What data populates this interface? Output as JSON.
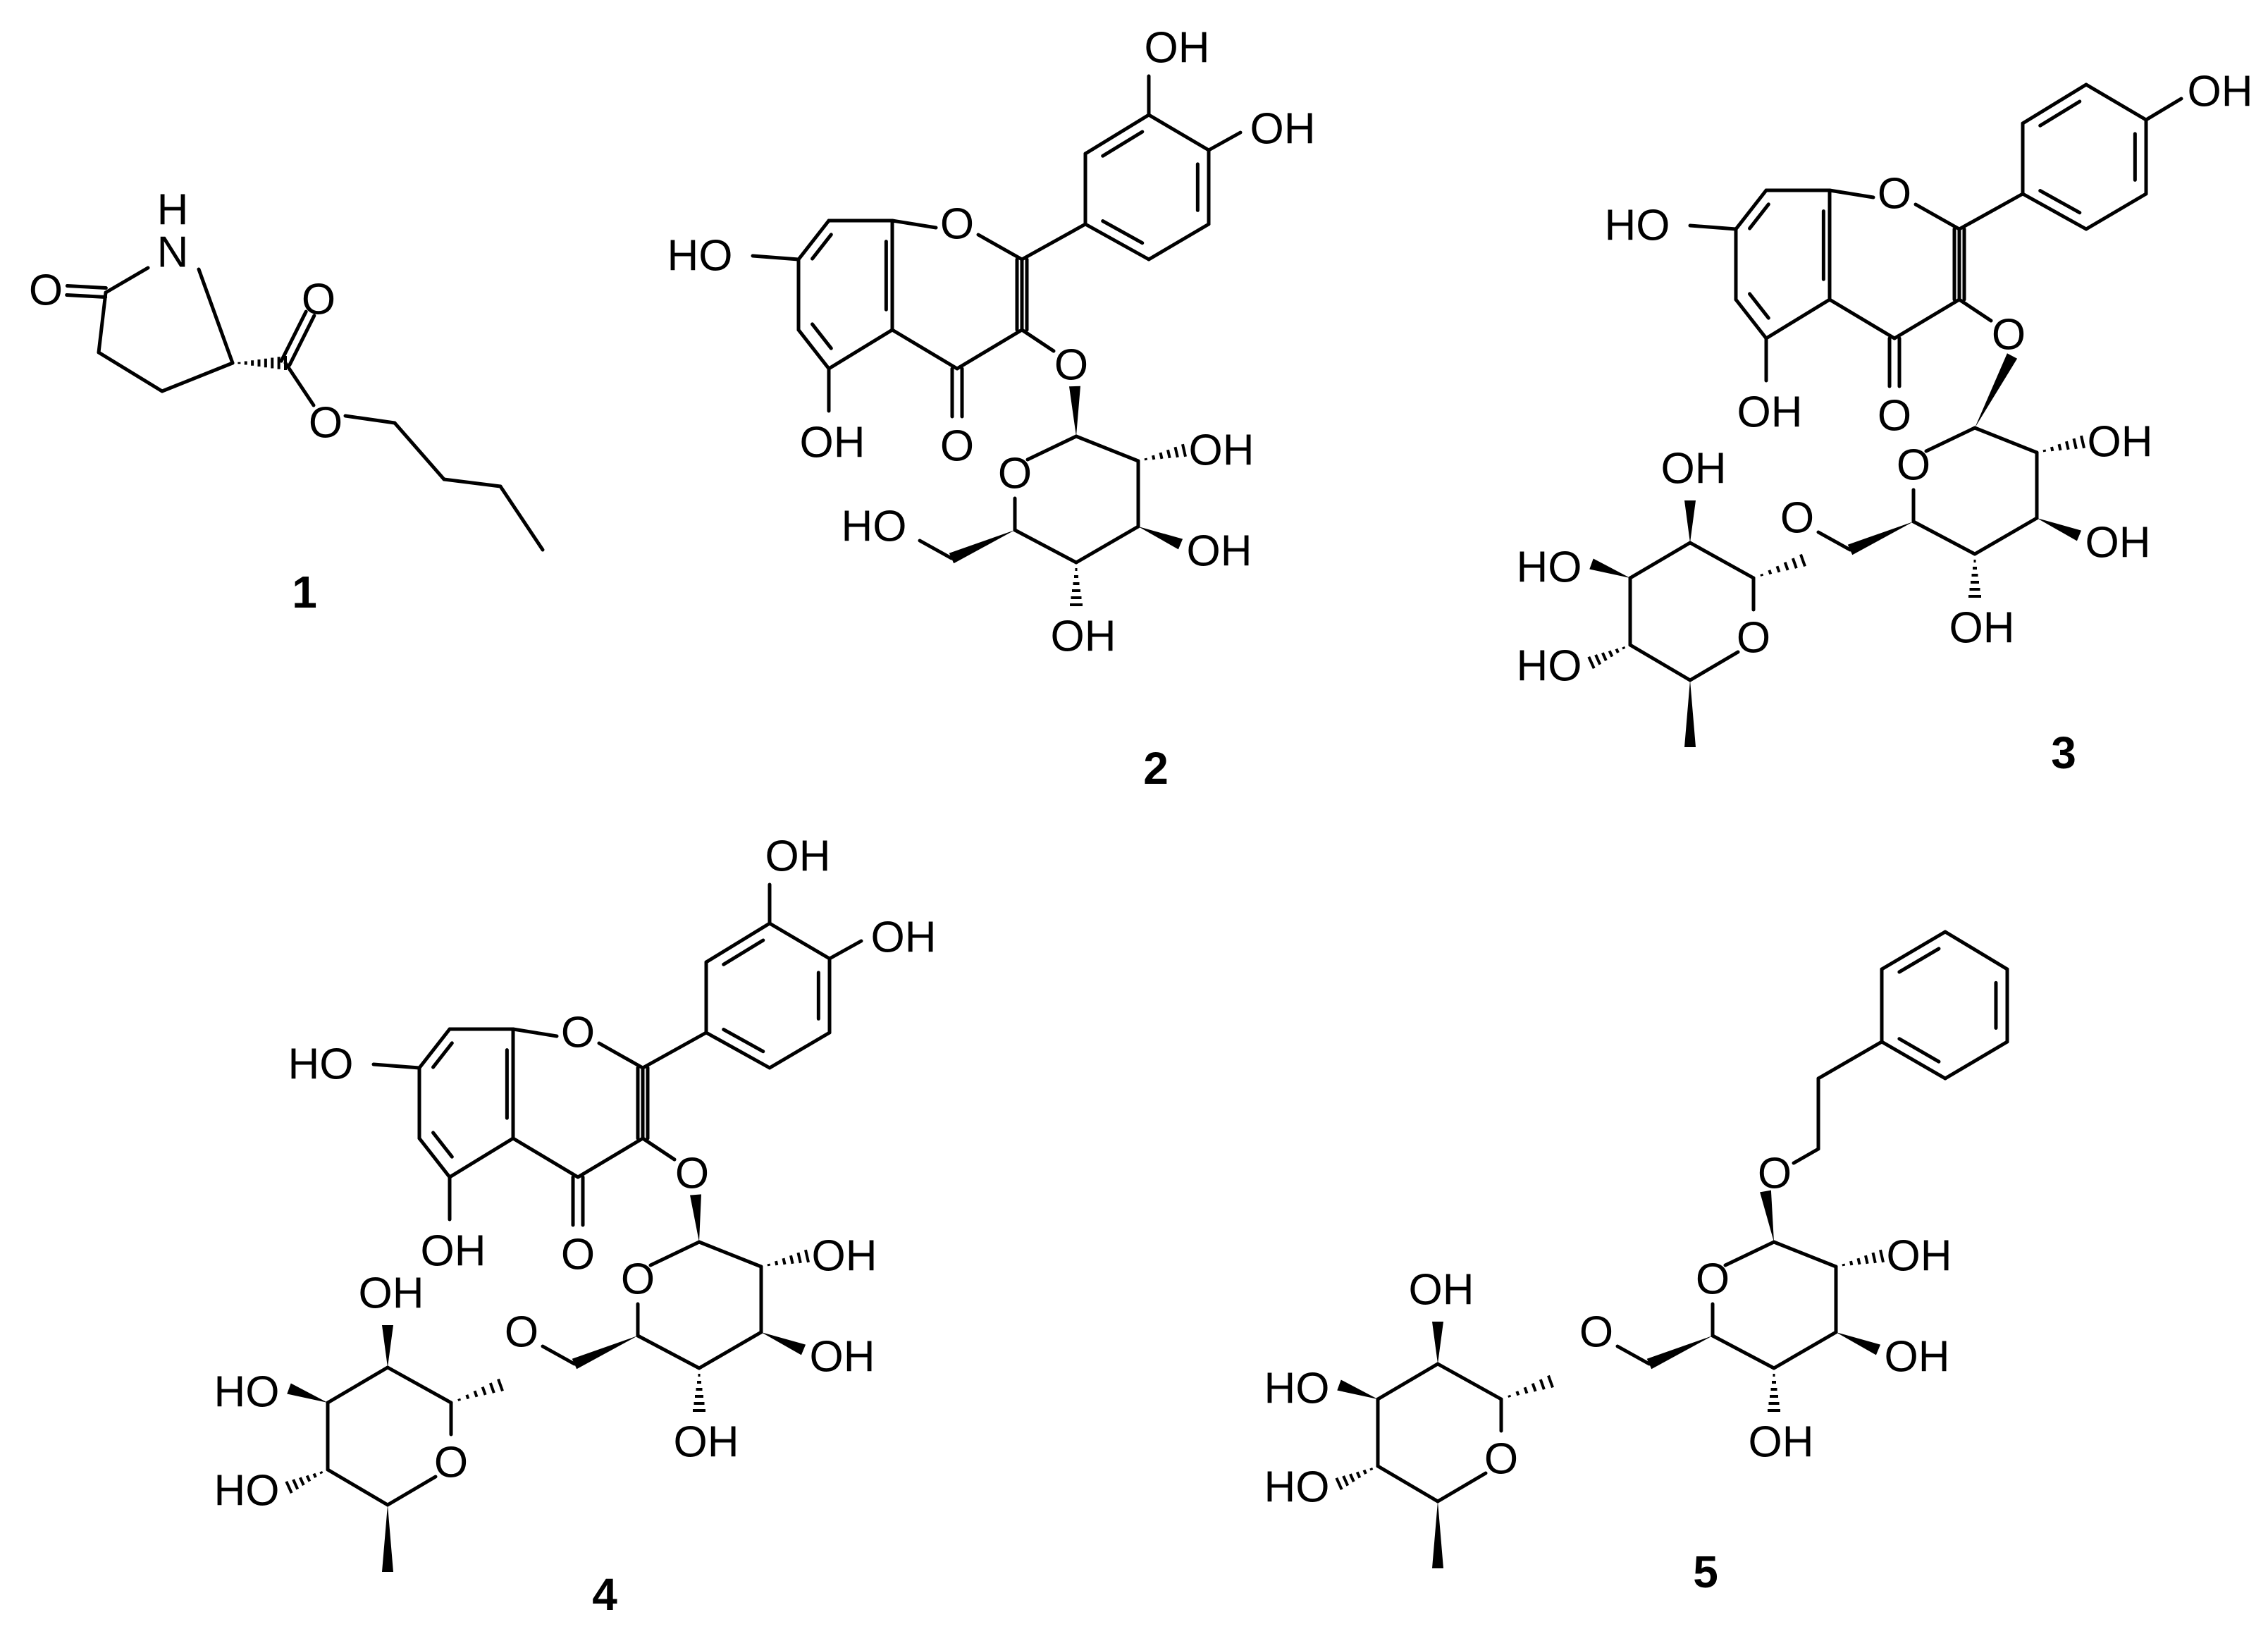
{
  "compounds": [
    {
      "label": "1"
    },
    {
      "label": "2"
    },
    {
      "label": "3"
    },
    {
      "label": "4"
    },
    {
      "label": "5"
    }
  ],
  "atom_labels": {
    "O": "O",
    "N": "N",
    "H": "H",
    "OH": "OH",
    "HO": "HO"
  }
}
